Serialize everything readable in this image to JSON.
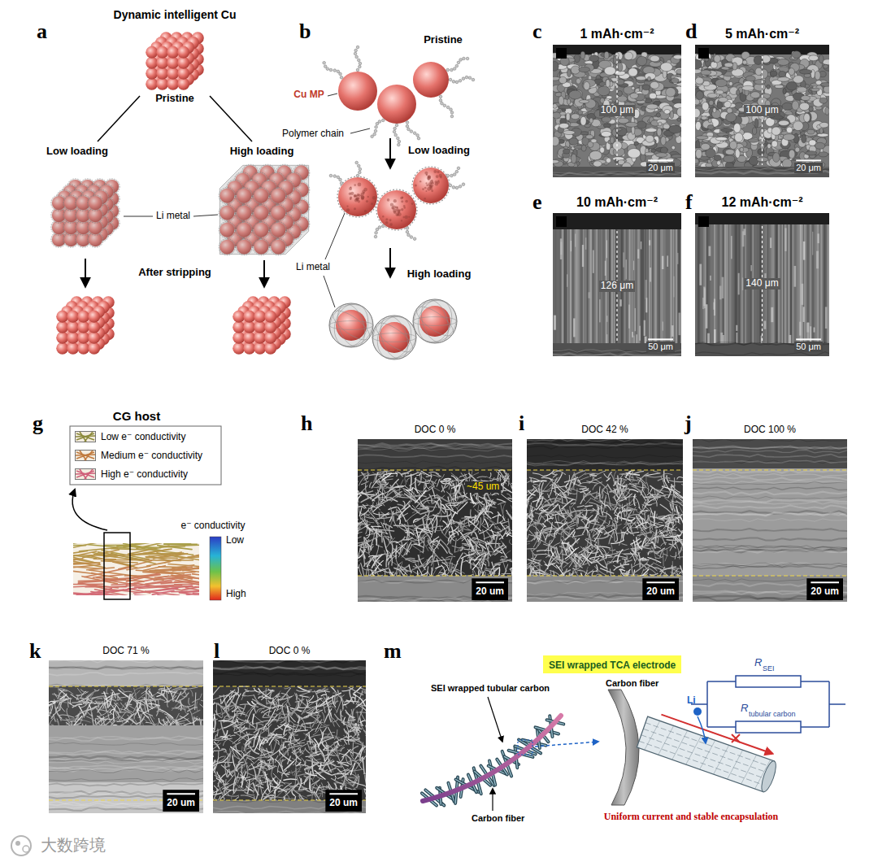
{
  "diagram": {
    "nodes": [
      {
        "text": [
          "1 mAh·cm⁻²",
          "100 μm",
          "20 μm"
        ]
      },
      {
        "text": [
          "5 mAh·cm⁻²",
          "100 μm",
          "20 μm"
        ]
      },
      {
        "text": [
          "10 mAh·cm⁻²",
          "126 μm",
          "50 μm"
        ]
      },
      {
        "text": [
          "12 mAh·cm⁻²",
          "140 μm",
          "50 μm"
        ]
      },
      {
        "text": [
          "DOC 0 %",
          "~45 um",
          "20 um"
        ]
      },
      {
        "text": [
          "DOC 42 %",
          "20 um"
        ]
      },
      {
        "text": [
          "DOC 100 %",
          "20 um"
        ]
      },
      {
        "text": [
          "DOC 71 %",
          "20 um"
        ]
      },
      {
        "text": [
          "DOC 0 %",
          "20 um"
        ]
      },
      {
        "text": [
          "SEI wrapped TCA electrode"
        ]
      }
    ],
    "labels": [
      "a",
      "Dynamic intelligent Cu",
      "Pristine",
      "Low loading",
      "High loading",
      "Li metal",
      "After stripping",
      "b",
      "Pristine",
      "Cu MP",
      "Polymer chain",
      "Low loading",
      "Li metal",
      "High loading",
      "c",
      "d",
      "e",
      "f",
      "g",
      "CG host",
      "e⁻ conductivity",
      "Low",
      "High",
      "h",
      "i",
      "j",
      "k",
      "l",
      "m",
      "R",
      "SEI",
      "R",
      "tubular carbon",
      "SEI wrapped tubular carbon",
      "Carbon fiber",
      "Carbon fiber",
      "Li",
      "Uniform current and stable encapsulation",
      "大数跨境"
    ],
    "legend": [
      {
        "text": "Low e⁻ conductivity"
      },
      {
        "text": "Medium e⁻ conductivity"
      },
      {
        "text": "High e⁻ conductivity"
      }
    ]
  }
}
